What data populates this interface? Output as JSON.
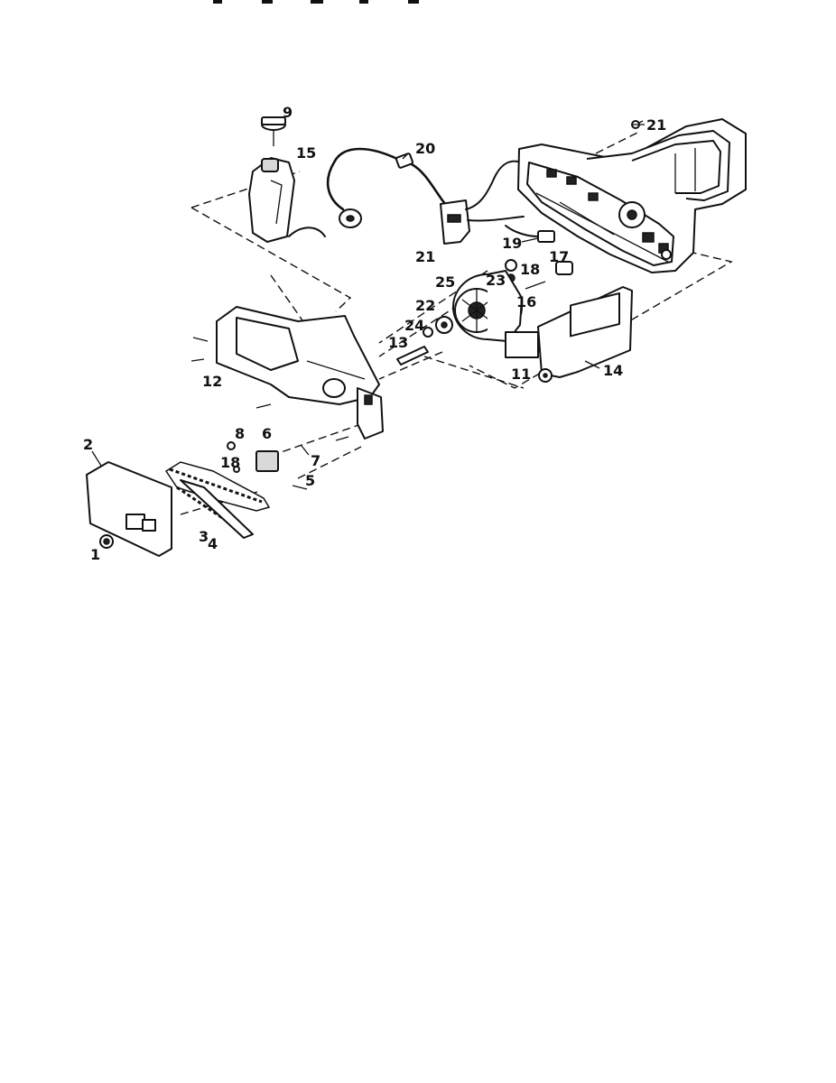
{
  "diagram": {
    "type": "exploded-parts-view",
    "callouts": {
      "c1": "1",
      "c2": "2",
      "c3": "3",
      "c4": "4",
      "c5": "5",
      "c6": "6",
      "c7": "7",
      "c8": "8",
      "c9": "9",
      "c11": "11",
      "c12": "12",
      "c13": "13",
      "c14": "14",
      "c15": "15",
      "c16": "16",
      "c17": "17",
      "c18a": "18",
      "c18b": "18",
      "c19": "19",
      "c20": "20",
      "c21a": "21",
      "c21b": "21",
      "c22": "22",
      "c23": "23",
      "c24": "24",
      "c25": "25"
    }
  },
  "colors": {
    "line": "#111111",
    "background": "#ffffff"
  }
}
